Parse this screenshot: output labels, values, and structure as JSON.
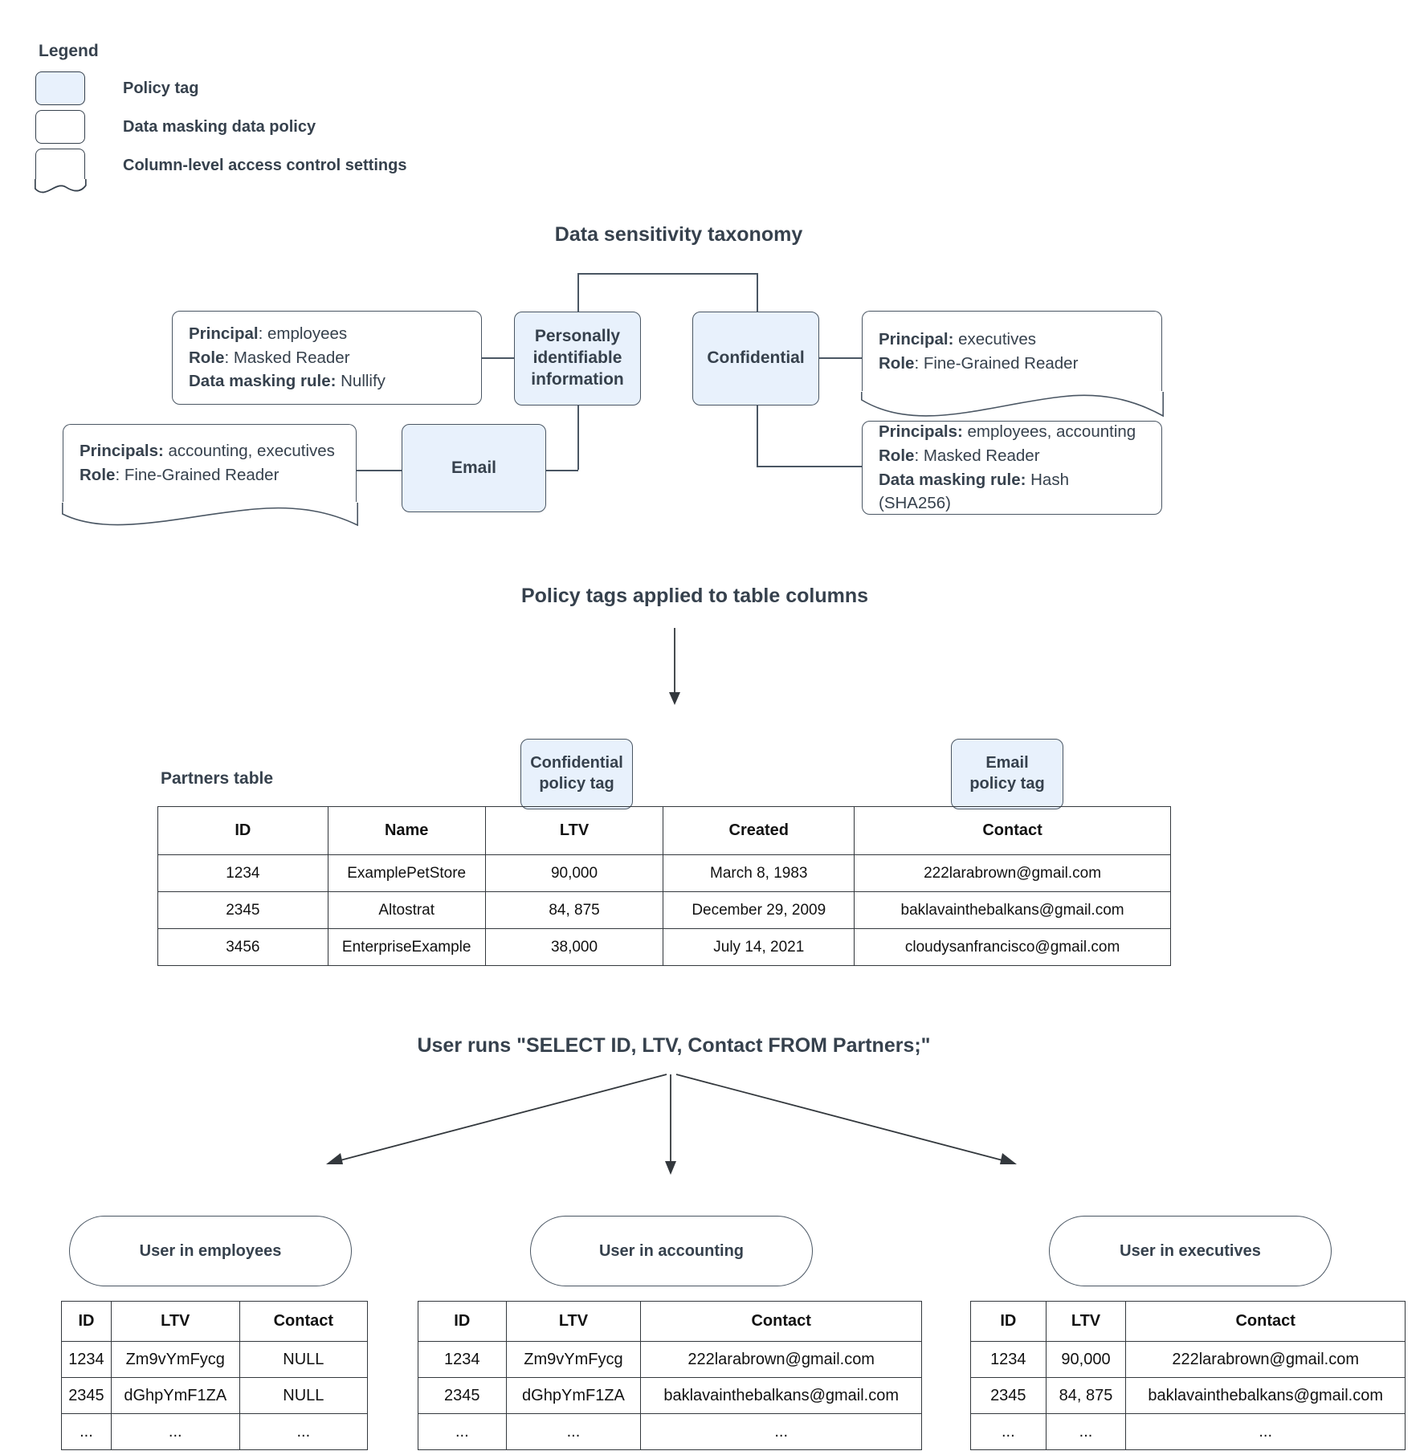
{
  "legend": {
    "title": "Legend",
    "items": [
      {
        "label": "Policy tag",
        "swatch": "filled-rounded-box"
      },
      {
        "label": "Data masking data policy",
        "swatch": "outline-rounded-box"
      },
      {
        "label": "Column-level access control settings",
        "swatch": "wavy-bottom-box"
      }
    ]
  },
  "taxonomy": {
    "title": "Data sensitivity taxonomy",
    "tags": {
      "pii": "Personally\nidentifiable\ninformation",
      "pii_line1": "Personally",
      "pii_line2": "identifiable",
      "pii_line3": "information",
      "confidential": "Confidential",
      "email": "Email"
    },
    "policies": {
      "pii_masking": {
        "principal_label": "Principal",
        "principal_value": ": employees",
        "role_label": "Role",
        "role_value": ": Masked Reader",
        "rule_label": "Data masking rule:",
        "rule_value": " Nullify"
      },
      "email_access": {
        "principal_label": "Principals:",
        "principal_value": " accounting, executives",
        "role_label": "Role",
        "role_value": ": Fine-Grained Reader"
      },
      "confidential_access": {
        "principal_label": "Principal:",
        "principal_value": " executives",
        "role_label": "Role",
        "role_value": ": Fine-Grained Reader"
      },
      "confidential_masking": {
        "principal_label": "Principals:",
        "principal_value": " employees, accounting",
        "role_label": "Role",
        "role_value": ": Masked Reader",
        "rule_label": "Data masking rule:",
        "rule_value": " Hash (SHA256)"
      }
    }
  },
  "applied": {
    "title": "Policy tags applied to table columns",
    "table_label": "Partners table",
    "tag_confidential_line1": "Confidential",
    "tag_confidential_line2": "policy tag",
    "tag_email_line1": "Email",
    "tag_email_line2": "policy tag",
    "columns": [
      "ID",
      "Name",
      "LTV",
      "Created",
      "Contact"
    ],
    "rows": [
      [
        "1234",
        "ExamplePetStore",
        "90,000",
        "March 8, 1983",
        "222larabrown@gmail.com"
      ],
      [
        "2345",
        "Altostrat",
        "84, 875",
        "December 29, 2009",
        "baklavainthebalkans@gmail.com"
      ],
      [
        "3456",
        "EnterpriseExample",
        "38,000",
        "July 14, 2021",
        "cloudysanfrancisco@gmail.com"
      ]
    ]
  },
  "query": {
    "title": "User runs \"SELECT ID, LTV, Contact FROM Partners;\""
  },
  "results": [
    {
      "pill": "User in employees",
      "columns": [
        "ID",
        "LTV",
        "Contact"
      ],
      "rows": [
        [
          "1234",
          "Zm9vYmFycg",
          "NULL"
        ],
        [
          "2345",
          "dGhpYmF1ZA",
          "NULL"
        ],
        [
          "...",
          "...",
          "..."
        ]
      ]
    },
    {
      "pill": "User in accounting",
      "columns": [
        "ID",
        "LTV",
        "Contact"
      ],
      "rows": [
        [
          "1234",
          "Zm9vYmFycg",
          "222larabrown@gmail.com"
        ],
        [
          "2345",
          "dGhpYmF1ZA",
          "baklavainthebalkans@gmail.com"
        ],
        [
          "...",
          "...",
          "..."
        ]
      ]
    },
    {
      "pill": "User in executives",
      "columns": [
        "ID",
        "LTV",
        "Contact"
      ],
      "rows": [
        [
          "1234",
          "90,000",
          "222larabrown@gmail.com"
        ],
        [
          "2345",
          "84, 875",
          "baklavainthebalkans@gmail.com"
        ],
        [
          "...",
          "...",
          "..."
        ]
      ]
    }
  ],
  "colors": {
    "policy_tag_fill": "#e8f1fc",
    "stroke": "#4a5663",
    "text": "#36414d"
  }
}
